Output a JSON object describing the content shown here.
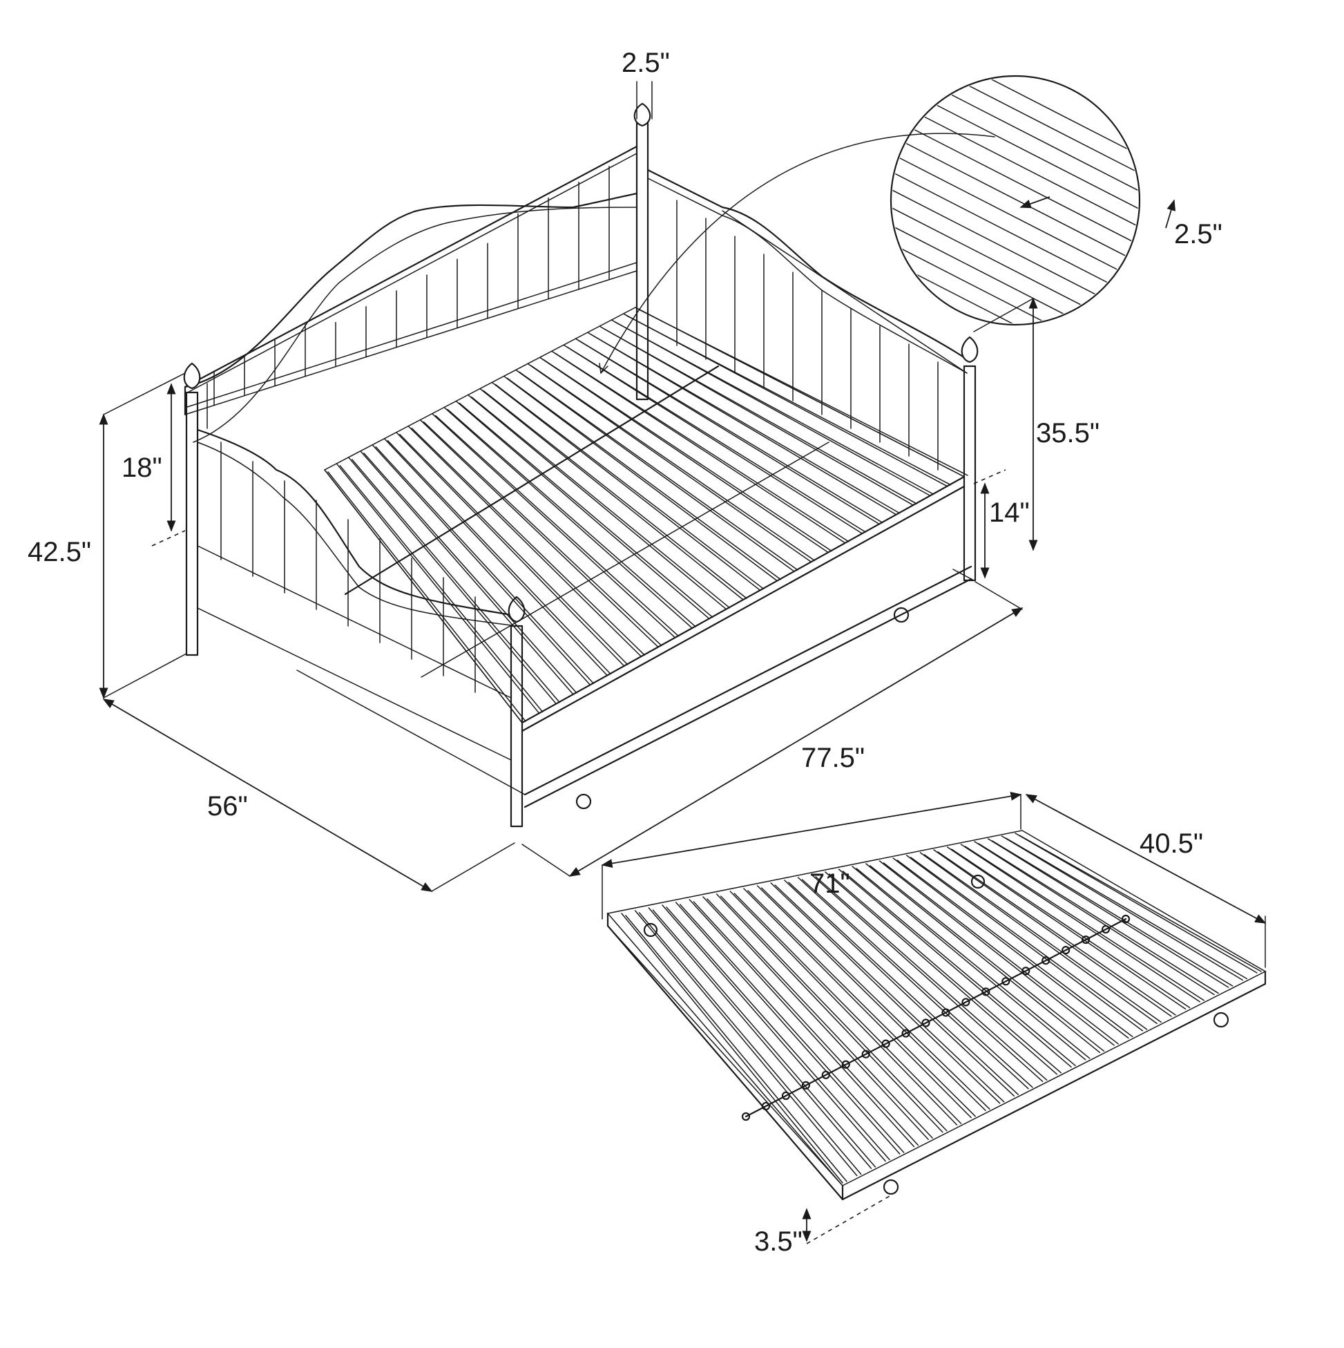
{
  "dimensions": {
    "post_width": "2.5\"",
    "slat_gap": "2.5\"",
    "headboard_height": "18\"",
    "total_height": "42.5\"",
    "back_height": "35.5\"",
    "deck_height": "14\"",
    "width": "56\"",
    "length": "77.5\"",
    "trundle_length": "71\"",
    "trundle_width": "40.5\"",
    "trundle_clearance": "3.5\""
  },
  "colors": {
    "line": "#1a1a1a",
    "background": "#ffffff"
  }
}
